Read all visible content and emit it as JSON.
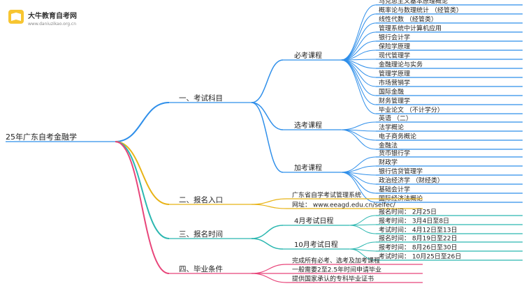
{
  "watermark": {
    "brand": "大牛教育自考网",
    "url": "www.daniuzikao.org.cn"
  },
  "mindmap": {
    "root": "25年广东自考金融学",
    "branches": [
      {
        "label": "一、考试科目",
        "color": "#2f8fea",
        "children": [
          {
            "label": "必考课程",
            "items": [
              "马克思主义基本原理概论",
              "概率论与数理统计 （经管类）",
              "线性代数 （经管类）",
              "管理系统中计算机应用",
              "银行会计学",
              "保险学原理",
              "现代管理学",
              "金融理论与实务",
              "管理学原理",
              "市场营销学",
              "国际金融",
              "财务管理学",
              "毕业论文 （不计学分）"
            ]
          },
          {
            "label": "选考课程",
            "items": [
              "英语 （二）",
              "法学概论",
              "电子商务概论",
              "金融法"
            ]
          },
          {
            "label": "加考课程",
            "items": [
              "货币银行学",
              "财政学",
              "银行信贷管理学",
              "政治经济学 （财经类）",
              "基础会计学",
              "国际经济法概论"
            ]
          }
        ]
      },
      {
        "label": "二、报名入口",
        "color": "#e8b316",
        "items": [
          "广东省自学考试管理系统",
          "网址： www.eeagd.edu.cn/selfec/"
        ]
      },
      {
        "label": "三、报名时间",
        "color": "#2bb7b0",
        "children": [
          {
            "label": "4月考试日程",
            "items": [
              "报名时间： 2月25日",
              "报考时间： 3月4日至8日",
              "考试时间： 4月12日至13日"
            ]
          },
          {
            "label": "10月考试日程",
            "items": [
              "报名时间： 8月19日至22日",
              "报考时间： 8月26日至30日",
              "考试时间： 10月25日至26日"
            ]
          }
        ]
      },
      {
        "label": "四、毕业条件",
        "color": "#e8457a",
        "items": [
          "完成所有必考、选考及加考课程",
          "一般需要2至2.5年时间申请毕业",
          "提供国家承认的专科毕业证书"
        ]
      }
    ]
  }
}
